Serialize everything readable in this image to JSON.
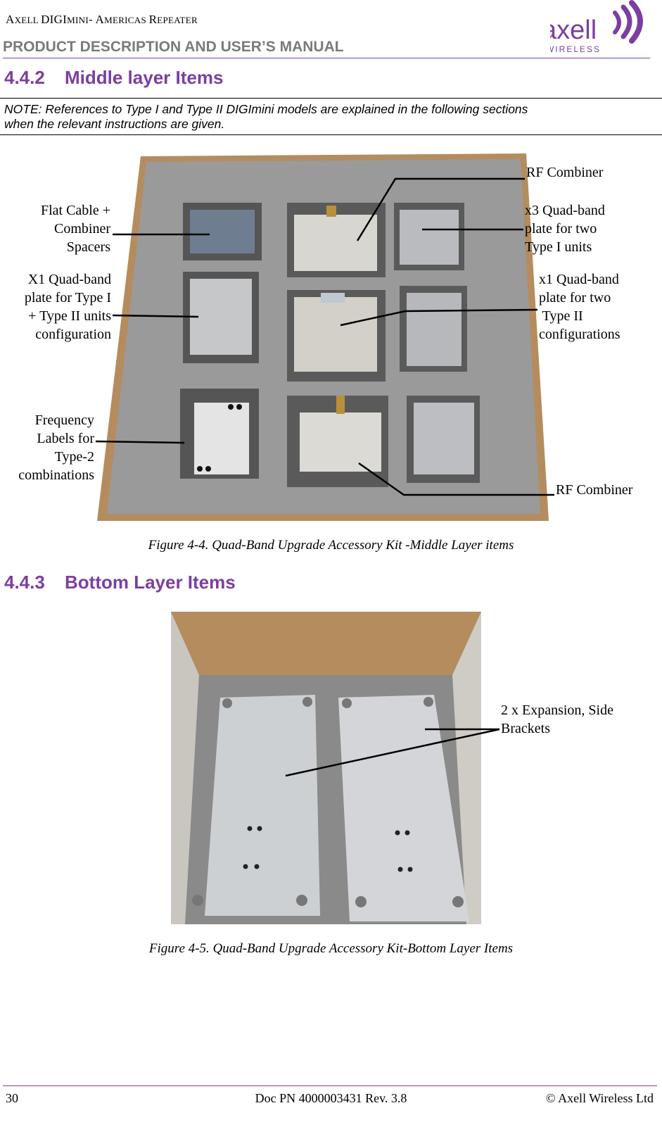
{
  "header": {
    "title_line1_parts": [
      "A",
      "XELL ",
      "DIGI",
      "MINI",
      "- A",
      "MERICAS ",
      "R",
      "EPEATER"
    ],
    "title_line2": "PRODUCT DESCRIPTION AND USER’S MANUAL",
    "logo_text": "axell",
    "logo_subtext": "WIRELESS"
  },
  "section_442": {
    "number": "4.4.2",
    "title": "Middle layer Items",
    "note_line1": "NOTE: References to Type I and Type II DIGImini models are explained in the following sections",
    "note_line2": "when the relevant instructions are given."
  },
  "figure_44": {
    "callouts": {
      "rf_combiner_top": "RF Combiner",
      "flat_cable_1": "Flat Cable +",
      "flat_cable_2": "Combiner",
      "flat_cable_3": "Spacers",
      "x3_1": "x3 Quad-band",
      "x3_2": "plate for two",
      "x3_3": "Type I  units",
      "x1a_1": "X1 Quad-band",
      "x1a_2": "plate for Type I",
      "x1a_3": "+ Type II units",
      "x1a_4": "configuration",
      "x1b_1": "x1 Quad-band",
      "x1b_2": "plate for two",
      "x1b_3": " Type II",
      "x1b_4": "configurations",
      "freq_1": "Frequency",
      "freq_2": "Labels for",
      "freq_3": "Type-2",
      "freq_4": "combinations",
      "rf_combiner_bottom": "RF Combiner"
    },
    "caption": "Figure 4-4. Quad-Band Upgrade Accessory Kit -Middle Layer items"
  },
  "section_443": {
    "number": "4.4.3",
    "title": "Bottom Layer Items"
  },
  "figure_45": {
    "callout_1": "2 x Expansion, Side",
    "callout_2": "Brackets",
    "caption": "Figure 4-5. Quad-Band Upgrade Accessory Kit-Bottom Layer Items"
  },
  "footer": {
    "page": "30",
    "doc": "Doc PN 4000003431 Rev. 3.8",
    "copyright": "© Axell Wireless Ltd"
  },
  "colors": {
    "heading": "#7b3fa0",
    "rule": "#7b3f9a",
    "foam": "#8f8f8f",
    "cardboard": "#b89468"
  }
}
